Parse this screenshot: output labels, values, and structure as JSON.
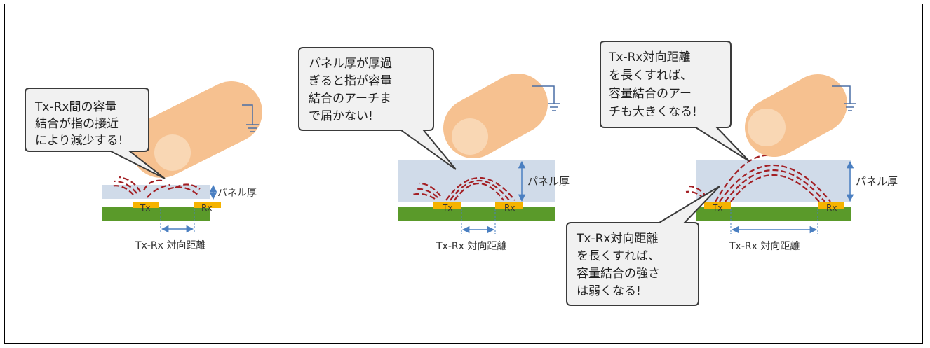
{
  "colors": {
    "panel": "#d0dbe9",
    "substrate": "#5a9a2a",
    "electrode": "#f5b300",
    "field_lines": "#a31f24",
    "finger": "#f6c190",
    "finger_tip": "#f9d7b4",
    "ground": "#4a6fa5",
    "dimension": "#4a7fc1",
    "bubble_fill": "#f1f1f1",
    "bubble_stroke": "#3a3a3a"
  },
  "icons": [
    "finger-icon",
    "ground-icon",
    "double-arrow-icon"
  ],
  "panels": [
    {
      "tx_label": "Tx",
      "rx_label": "Rx",
      "thickness_label": "パネル厚",
      "distance_label": "Tx-Rx 対向距離",
      "bubble_lines": [
        "Tx-Rx間の容量",
        "結合が指の接近",
        "により減少する!"
      ]
    },
    {
      "tx_label": "Tx",
      "rx_label": "Rx",
      "thickness_label": "パネル厚",
      "distance_label": "Tx-Rx 対向距離",
      "bubble_lines": [
        "パネル厚が厚過",
        "ぎると指が容量",
        "結合のアーチま",
        "で届かない!"
      ]
    },
    {
      "tx_label": "Tx",
      "rx_label": "Rx",
      "thickness_label": "パネル厚",
      "distance_label": "Tx-Rx 対向距離",
      "bubble_lines": [
        "Tx-Rx対向距離",
        "を長くすれば、",
        "容量結合のアー",
        "チも大きくなる!"
      ],
      "bubble2_lines": [
        "Tx-Rx対向距離",
        "を長くすれば、",
        "容量結合の強さ",
        "は弱くなる!"
      ]
    }
  ]
}
